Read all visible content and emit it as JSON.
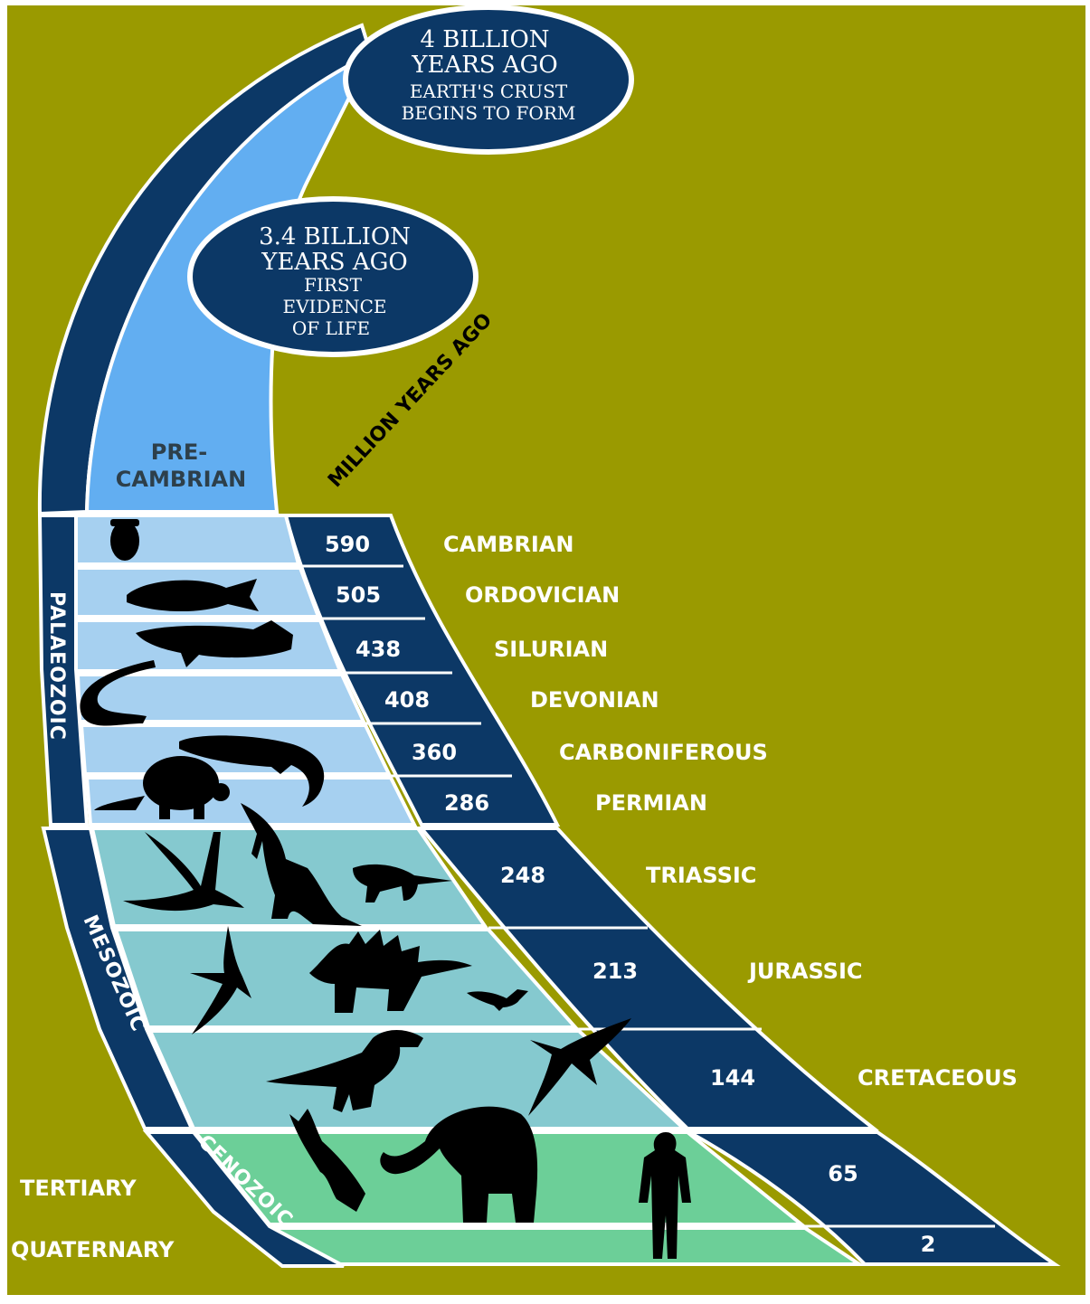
{
  "colors": {
    "background": "#9a9a00",
    "navy": "#0c3866",
    "sky": "#62aef1",
    "paleBlue": "#a6d0f0",
    "teal": "#85c9cf",
    "green": "#6ccf98",
    "white": "#ffffff",
    "darkText": "#2d3f4a",
    "silhouette": "#000000"
  },
  "bubbles": {
    "earth": {
      "line1": "4 BILLION",
      "line2": "YEARS AGO",
      "line3": "EARTH'S CRUST",
      "line4": "BEGINS TO FORM"
    },
    "life": {
      "line1": "3.4 BILLION",
      "line2": "YEARS AGO",
      "line3": "FIRST",
      "line4": "EVIDENCE",
      "line5": "OF LIFE"
    }
  },
  "axis_label": "MILLION YEARS AGO",
  "precambrian": {
    "line1": "PRE-",
    "line2": "CAMBRIAN"
  },
  "eras": {
    "palaeozoic": "PALAEOZOIC",
    "mesozoic": "MESOZOIC",
    "cenozoic": "CENOZOIC"
  },
  "periods": [
    {
      "name": "CAMBRIAN",
      "mya": "590"
    },
    {
      "name": "ORDOVICIAN",
      "mya": "505"
    },
    {
      "name": "SILURIAN",
      "mya": "438"
    },
    {
      "name": "DEVONIAN",
      "mya": "408"
    },
    {
      "name": "CARBONIFEROUS",
      "mya": "360"
    },
    {
      "name": "PERMIAN",
      "mya": "286"
    },
    {
      "name": "TRIASSIC",
      "mya": "248"
    },
    {
      "name": "JURASSIC",
      "mya": "213"
    },
    {
      "name": "CRETACEOUS",
      "mya": "144"
    },
    {
      "name": "TERTIARY",
      "mya": "65"
    },
    {
      "name": "QUATERNARY",
      "mya": "2"
    }
  ],
  "icons": [
    "trilobite-icon",
    "fish-icon",
    "shark-icon",
    "eel-icon",
    "lizard-icon",
    "tortoise-icon",
    "pterosaur-icon",
    "theropod-icon",
    "reptile-icon",
    "pterodactyl-icon",
    "stegosaurus-icon",
    "small-dinosaur-icon",
    "iguanodon-icon",
    "flying-reptile-icon",
    "bat-icon",
    "mammoth-icon",
    "human-icon"
  ]
}
